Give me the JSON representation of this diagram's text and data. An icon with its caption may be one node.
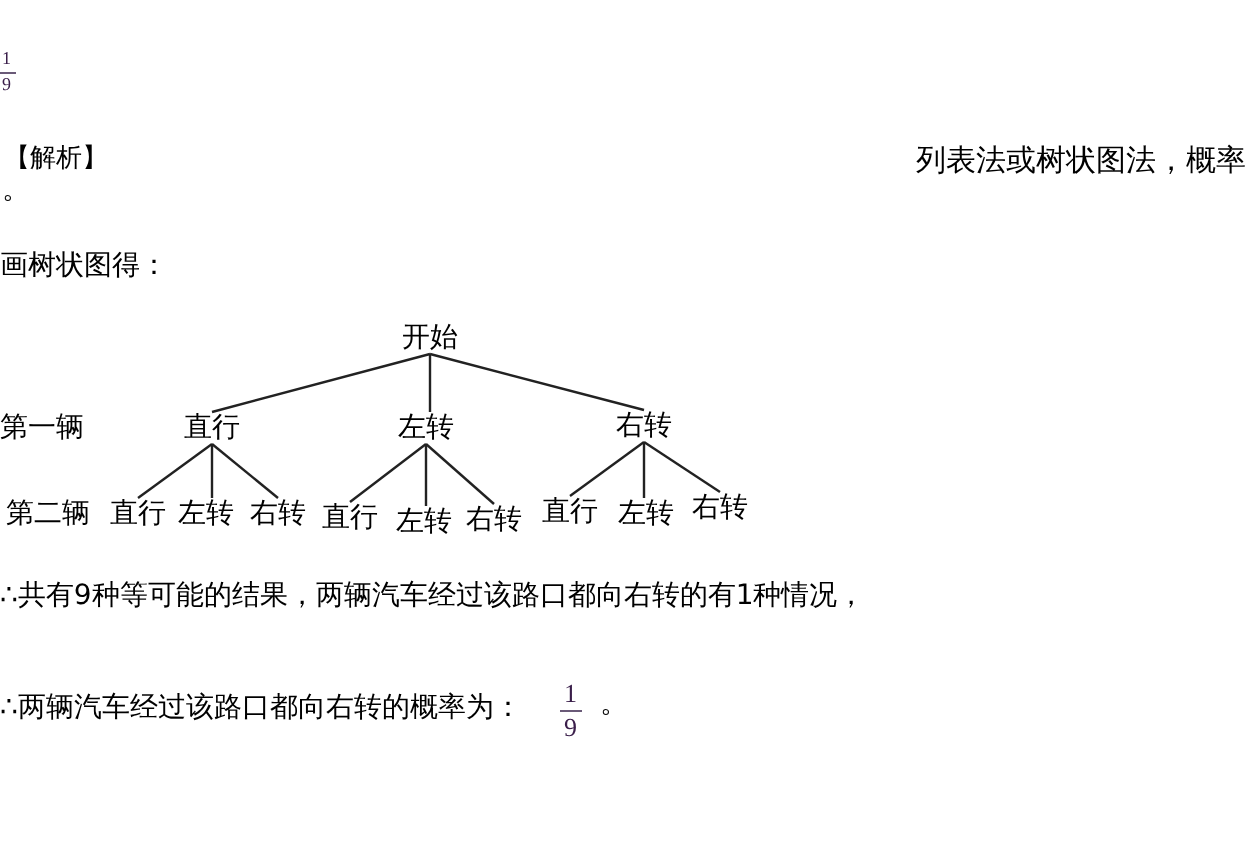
{
  "diagram": {
    "nodes": [
      {
        "text": [
          "开始"
        ]
      },
      {
        "text": [
          "直行"
        ]
      },
      {
        "text": [
          "左转"
        ]
      },
      {
        "text": [
          "右转"
        ]
      },
      {
        "text": [
          "直行"
        ]
      },
      {
        "text": [
          "左转"
        ]
      },
      {
        "text": [
          "右转"
        ]
      },
      {
        "text": [
          "直行"
        ]
      },
      {
        "text": [
          "左转"
        ]
      },
      {
        "text": [
          "右转"
        ]
      },
      {
        "text": [
          "直行"
        ]
      },
      {
        "text": [
          "左转"
        ]
      },
      {
        "text": [
          "右转"
        ]
      }
    ],
    "edges": [
      {
        "from": 0,
        "to": 1,
        "arrow": "none"
      },
      {
        "from": 0,
        "to": 2,
        "arrow": "none"
      },
      {
        "from": 0,
        "to": 3,
        "arrow": "none"
      },
      {
        "from": 1,
        "to": 4,
        "arrow": "none"
      },
      {
        "from": 1,
        "to": 5,
        "arrow": "none"
      },
      {
        "from": 1,
        "to": 6,
        "arrow": "none"
      },
      {
        "from": 2,
        "to": 7,
        "arrow": "none"
      },
      {
        "from": 2,
        "to": 8,
        "arrow": "none"
      },
      {
        "from": 2,
        "to": 9,
        "arrow": "none"
      },
      {
        "from": 3,
        "to": 10,
        "arrow": "none"
      },
      {
        "from": 3,
        "to": 11,
        "arrow": "none"
      },
      {
        "from": 3,
        "to": 12,
        "arrow": "none"
      }
    ],
    "labels": [
      "1",
      "9",
      "【解析】",
      "列表法或树状图法，概率",
      "。",
      "画树状图得：",
      "第一辆",
      "第二辆",
      "∴共有9种等可能的结果，两辆汽车经过该路口都向右转的有1种情况，",
      "∴两辆汽车经过该路口都向右转的概率为：",
      "1",
      "9",
      "。"
    ]
  }
}
